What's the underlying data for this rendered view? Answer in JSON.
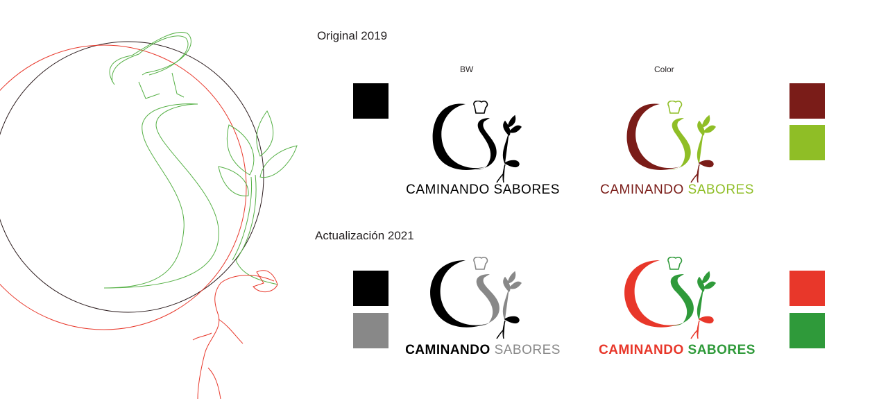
{
  "sections": [
    {
      "title": "Original 2019",
      "columns": {
        "bw_label": "BW",
        "color_label": "Color"
      },
      "bw_logo": {
        "word1": "CAMINANDO",
        "word2": "SABORES",
        "primary": "#000000",
        "secondary": "#000000"
      },
      "color_logo": {
        "word1": "CAMINANDO",
        "word2": "SABORES",
        "primary": "#7a1c18",
        "secondary": "#8fbe26"
      },
      "bw_swatches": [
        "#000000"
      ],
      "color_swatches": [
        "#7a1c18",
        "#8fbe26"
      ]
    },
    {
      "title": "Actualización 2021",
      "bw_logo": {
        "word1": "CAMINANDO",
        "word2": "SABORES",
        "primary": "#000000",
        "secondary": "#888888"
      },
      "color_logo": {
        "word1": "CAMINANDO",
        "word2": "SABORES",
        "primary": "#e8372a",
        "secondary": "#2f9a3a"
      },
      "bw_swatches": [
        "#000000",
        "#888888"
      ],
      "color_swatches": [
        "#e8372a",
        "#2f9a3a"
      ]
    }
  ],
  "construction": {
    "colors": {
      "circle_dark": "#2b1b1d",
      "circle_red": "#e8372a",
      "outline_green": "#55b045"
    }
  }
}
